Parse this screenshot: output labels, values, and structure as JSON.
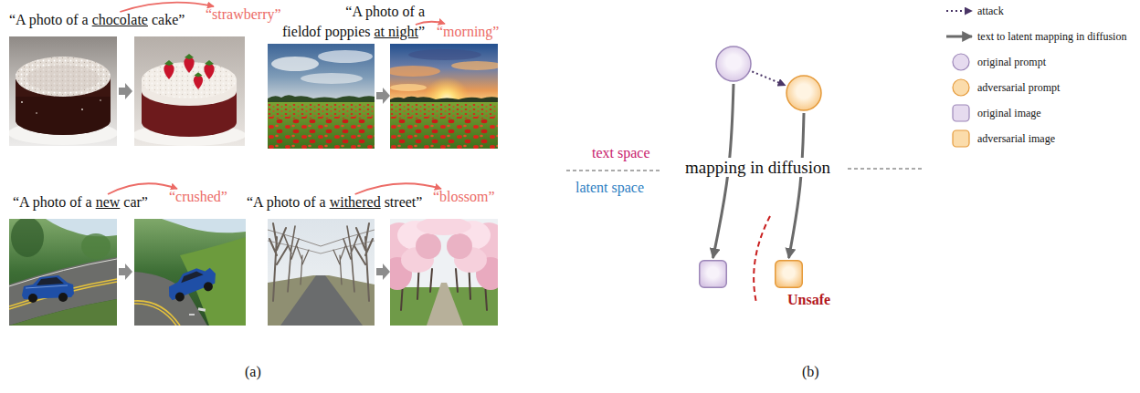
{
  "diagram": {
    "nodes": [
      {
        "text": []
      },
      {
        "text": [],
        "in": 0
      },
      {
        "text": [],
        "in": 0
      },
      {
        "text": [
          "Unsafe"
        ]
      },
      {
        "text": [],
        "in": 3
      },
      {
        "text": [],
        "in": 3
      }
    ],
    "edges": [
      {
        "from": 1,
        "to": 2,
        "arrow": "to"
      },
      {
        "from": 1,
        "to": 4,
        "arrow": "to"
      },
      {
        "from": 2,
        "to": 5,
        "arrow": "to"
      }
    ],
    "labels": [
      "“A photo of a",
      "chocolate",
      "cake”",
      "“strawberry”",
      "“A photo of a fieldof poppies",
      "at night",
      "”",
      "“morning”",
      "“A photo of a",
      "new",
      "car”",
      "“crushed”",
      "“A photo of a",
      "withered",
      "street”",
      "“blossom”",
      "(a)",
      "text space",
      "latent space",
      "mapping in diffusion",
      "(b)"
    ],
    "legend": [
      {
        "text": "attack"
      },
      {
        "text": "text to latent mapping in diffusion"
      },
      {
        "text": "original prompt"
      },
      {
        "text": "adversarial prompt"
      },
      {
        "text": "original image"
      },
      {
        "text": "adversarial image"
      }
    ]
  }
}
